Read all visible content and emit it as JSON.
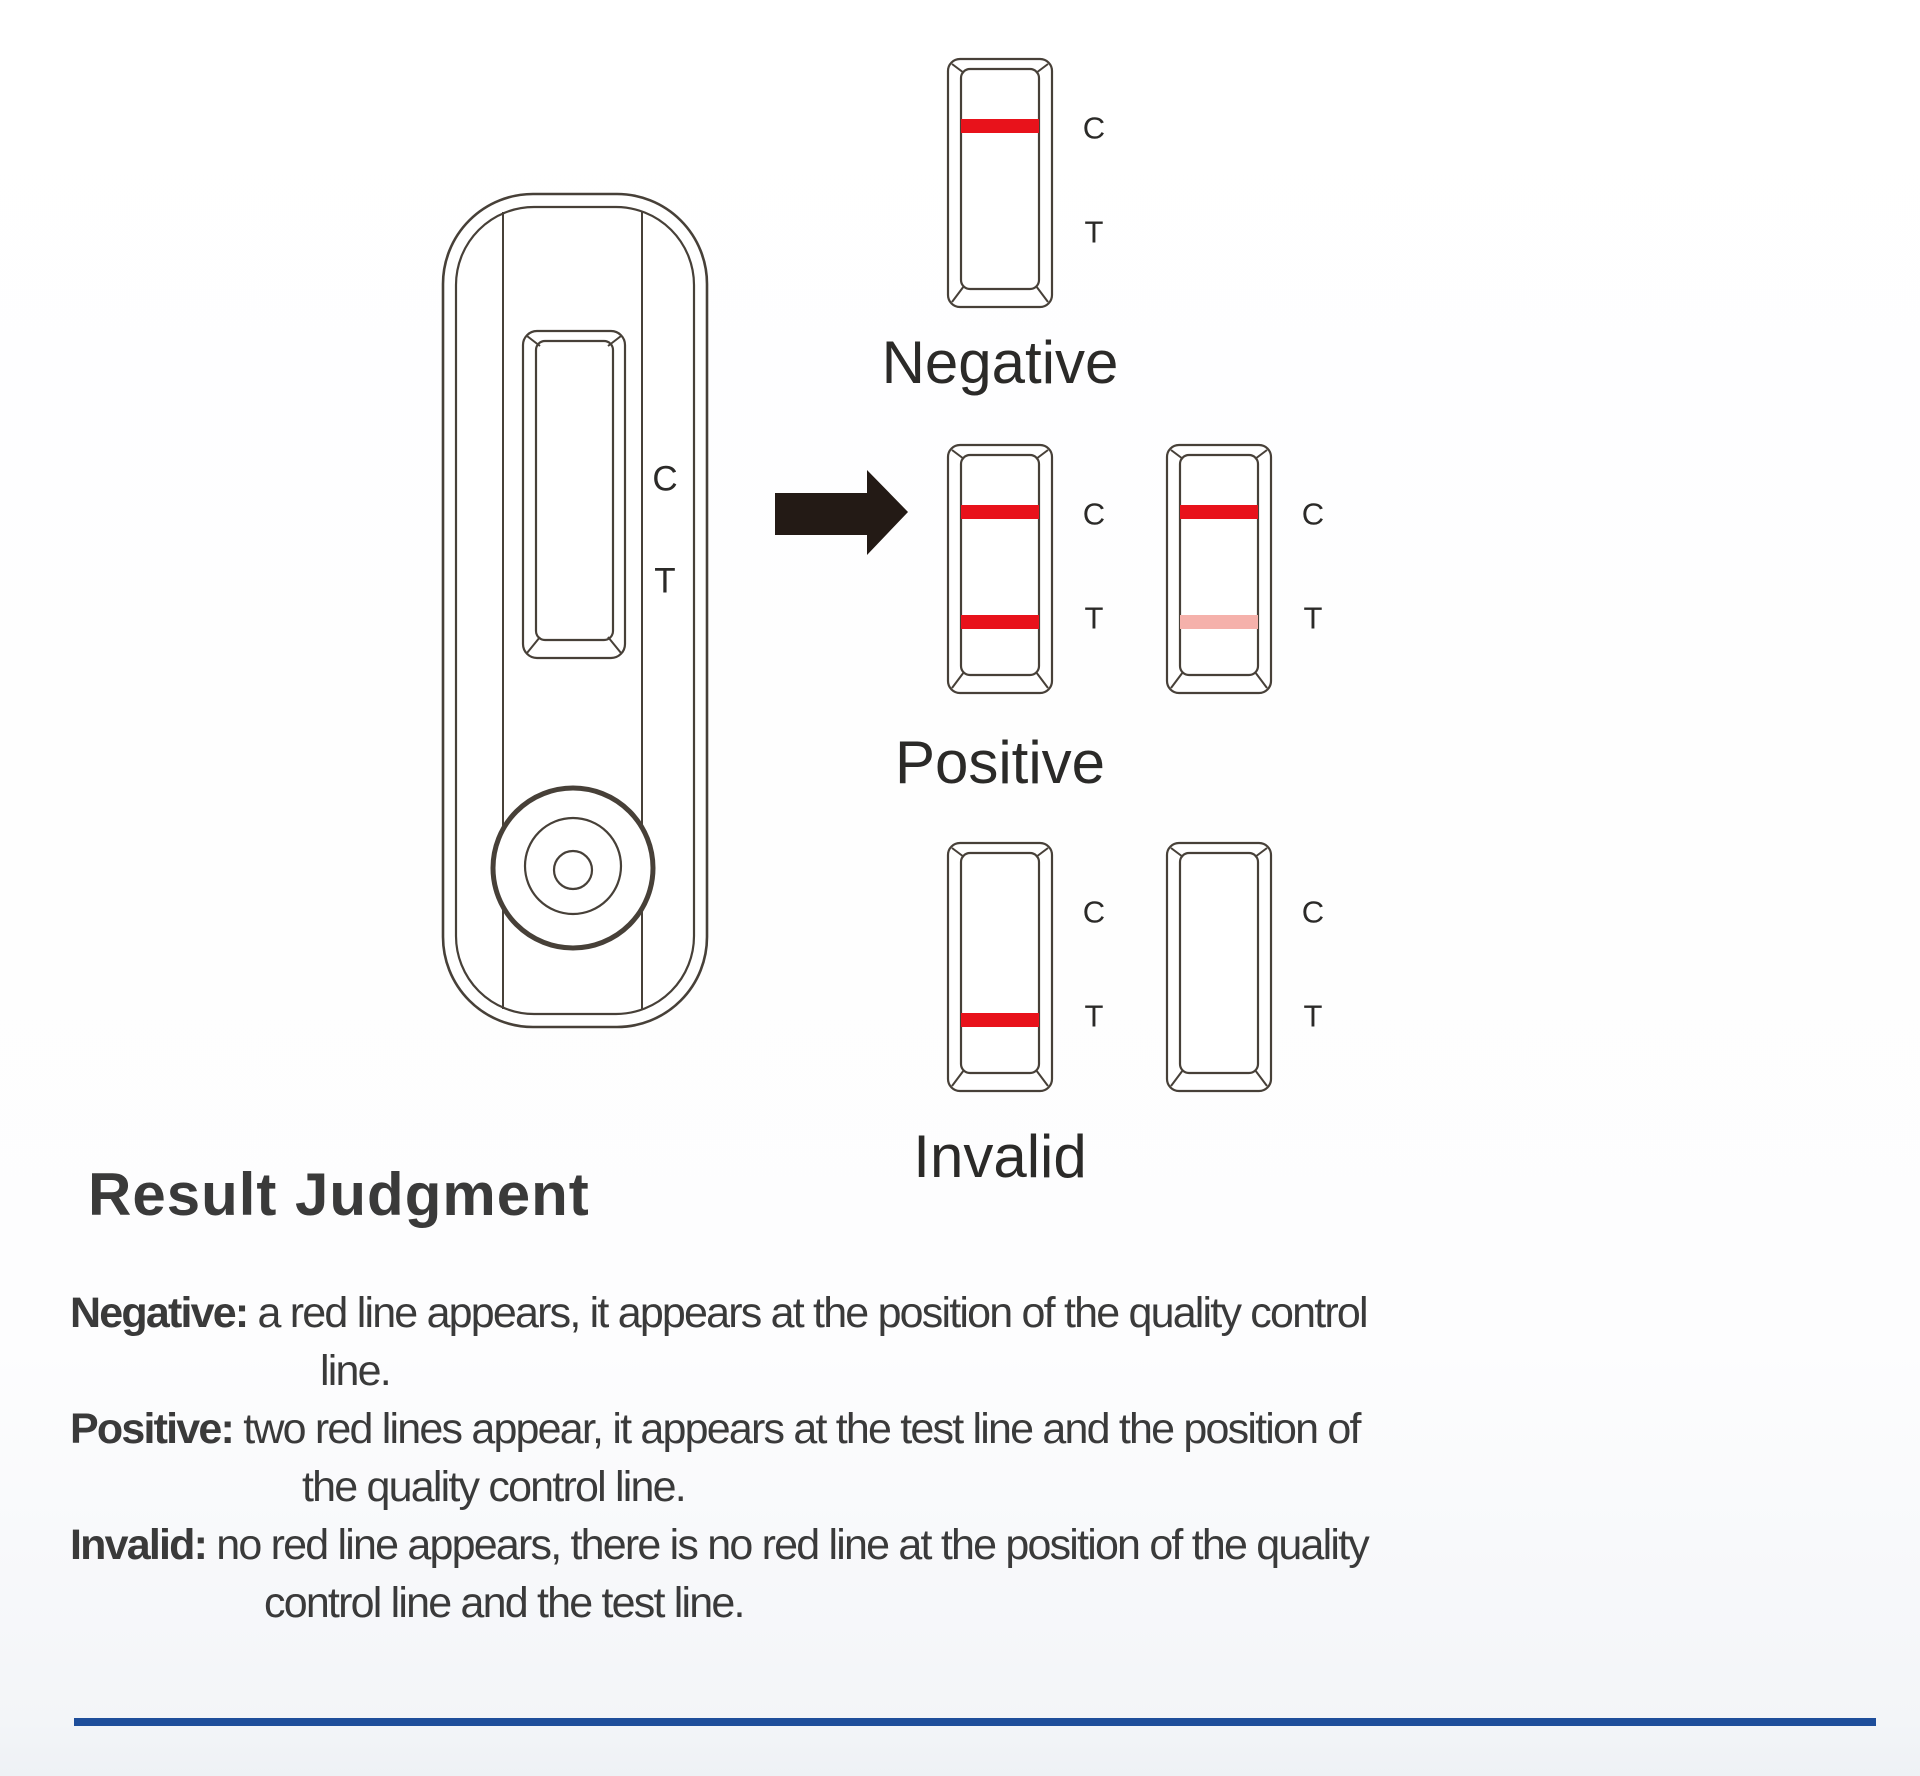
{
  "device": {
    "control_label": "C",
    "test_label": "T"
  },
  "strip_labels": {
    "control": "C",
    "test": "T"
  },
  "rows": [
    {
      "caption": "Negative",
      "strips": [
        {
          "control_line": "red",
          "test_line": "none"
        }
      ]
    },
    {
      "caption": "Positive",
      "strips": [
        {
          "control_line": "red",
          "test_line": "red"
        },
        {
          "control_line": "red",
          "test_line": "pink"
        }
      ]
    },
    {
      "caption": "Invalid",
      "strips": [
        {
          "control_line": "none",
          "test_line": "red"
        },
        {
          "control_line": "none",
          "test_line": "none"
        }
      ]
    }
  ],
  "heading": "Result Judgment",
  "paragraphs": [
    {
      "label": "Negative:",
      "line1": "a red line appears, it appears at the position of the quality control",
      "line2": "line."
    },
    {
      "label": "Positive:",
      "line1": "two red lines appear, it appears at the test line and the position of",
      "line2": "the quality control line."
    },
    {
      "label": "Invalid:",
      "line1": "no red line appears, there is no red line at the position of the quality",
      "line2": "control line and the test line."
    }
  ],
  "colors": {
    "red_line": "#e8121b",
    "pink_line": "#f5b1ab",
    "outline": "#474038",
    "arrow": "#231a15",
    "ink": "#2b2a28",
    "body_text": "#3a3a3a",
    "rule_blue": "#1e4e9b"
  }
}
